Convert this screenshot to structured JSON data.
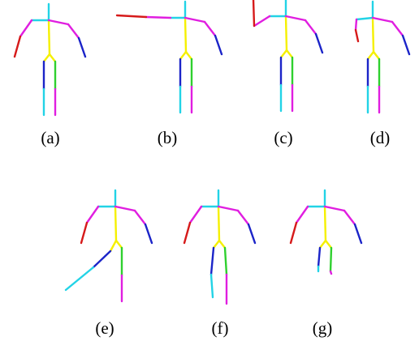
{
  "colors": {
    "cyan": "#22d3e6",
    "yellow": "#f5f000",
    "magenta": "#e01ee0",
    "blue": "#1b24c8",
    "red": "#d61a1a",
    "green": "#2fd02f",
    "background": "#ffffff",
    "caption": "#000000"
  },
  "panels": [
    {
      "id": "a",
      "label": "(a)"
    },
    {
      "id": "b",
      "label": "(b)"
    },
    {
      "id": "c",
      "label": "(c)"
    },
    {
      "id": "d",
      "label": "(d)"
    },
    {
      "id": "e",
      "label": "(e)"
    },
    {
      "id": "f",
      "label": "(f)"
    },
    {
      "id": "g",
      "label": "(g)"
    }
  ]
}
